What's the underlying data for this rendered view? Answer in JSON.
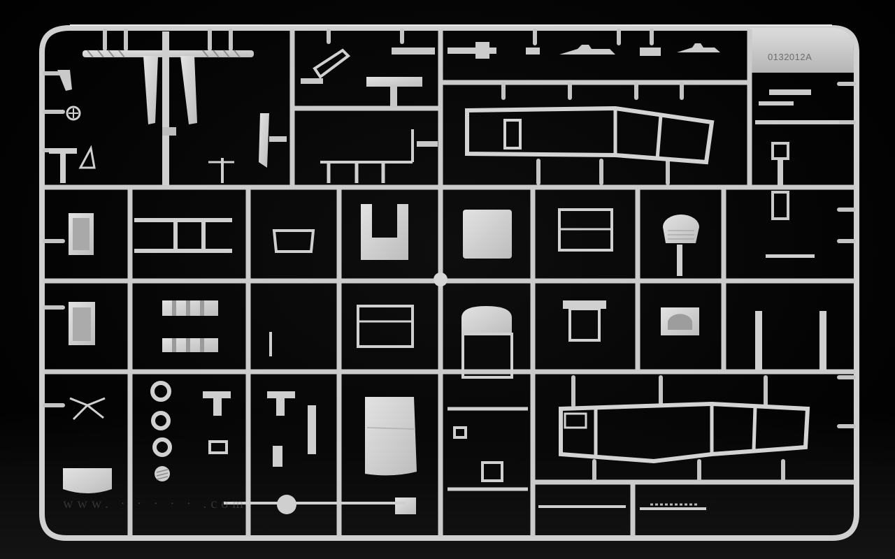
{
  "photo": {
    "subject": "sprue",
    "colors": {
      "background": "#000000",
      "plastic": "#cfcfcf",
      "plastic_shade": "#9d9d9d",
      "plastic_highlight": "#e6e6e6"
    }
  },
  "sprue": {
    "part_number": "0132012A",
    "watermark": "www.  ·   ·    ·   ·  ·  .com"
  }
}
